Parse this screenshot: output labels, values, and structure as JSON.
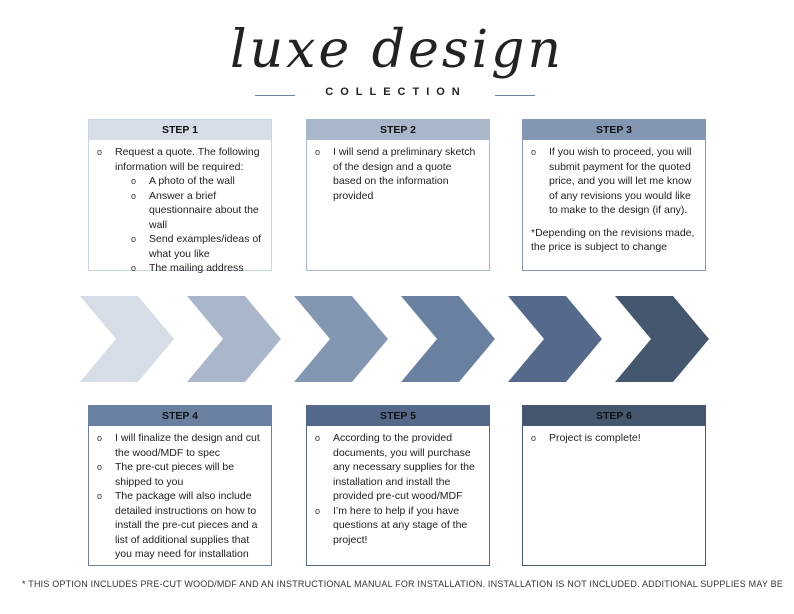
{
  "brand": {
    "logo_text": "luxe design",
    "subtitle": "COLLECTION"
  },
  "colors": {
    "chevrons": [
      "#d6dde7",
      "#aab7cb",
      "#8396b2",
      "#6a80a0",
      "#55698a",
      "#45566f"
    ],
    "header_1": "#d6dde7",
    "header_2": "#aab7cb",
    "header_3": "#8396b2",
    "header_4": "#6a80a0",
    "header_5": "#55698a",
    "header_6": "#45566f"
  },
  "steps": [
    {
      "title": "STEP 1",
      "items": [
        {
          "text": "Request a quote. The following information will be required:",
          "sub": [
            "A photo of the wall",
            "Answer a brief questionnaire about the wall",
            "Send examples/ideas of what you like",
            "The mailing address"
          ]
        }
      ]
    },
    {
      "title": "STEP 2",
      "items": [
        {
          "text": "I will send a preliminary sketch of the design and a quote based on the information provided"
        }
      ]
    },
    {
      "title": "STEP 3",
      "items": [
        {
          "text": "If you wish to proceed, you will submit payment for the quoted price, and you will let me know of any revisions you would like to make to the design (if any)."
        }
      ],
      "note": "*Depending on the revisions made, the price is subject to change"
    },
    {
      "title": "STEP 4",
      "items": [
        {
          "text": "I will finalize the design and cut the wood/MDF to spec"
        },
        {
          "text": "The pre-cut pieces will be shipped to you"
        },
        {
          "text": "The package will also include detailed instructions on how to install the pre-cut pieces and a list of additional supplies that you may need for installation"
        }
      ]
    },
    {
      "title": "STEP 5",
      "items": [
        {
          "text": "According to the provided documents, you will purchase any necessary supplies for the installation and install the provided pre-cut wood/MDF"
        },
        {
          "text": "I’m here to help if you have questions at any stage of the project!"
        }
      ]
    },
    {
      "title": "STEP 6",
      "items": [
        {
          "text": "Project is complete!"
        }
      ]
    }
  ],
  "footer": "* THIS OPTION INCLUDES PRE-CUT WOOD/MDF AND AN INSTRUCTIONAL MANUAL FOR INSTALLATION. INSTALLATION IS NOT INCLUDED. ADDITIONAL SUPPLIES MAY BE"
}
